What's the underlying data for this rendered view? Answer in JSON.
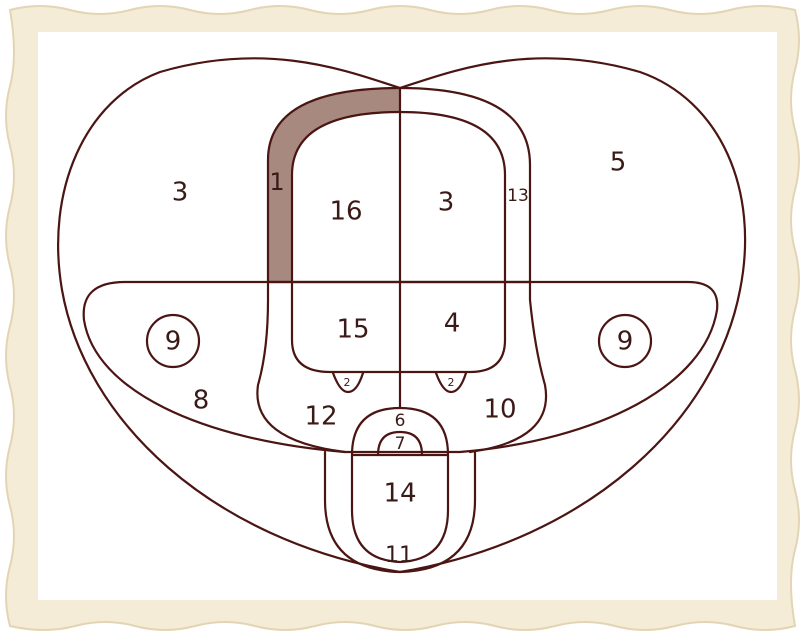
{
  "colors": {
    "frame": "#f4ecd6",
    "frame_edge": "#e3d5b4",
    "paper": "#ffffff",
    "stroke": "#4a1512",
    "label": "#3a1a17",
    "highlight": "#a88980"
  },
  "diagram": {
    "regions": [
      {
        "id": "left-outer",
        "label": "3"
      },
      {
        "id": "left-column-strip",
        "label": "1"
      },
      {
        "id": "upper-left-inner",
        "label": "16"
      },
      {
        "id": "upper-right-inner",
        "label": "3"
      },
      {
        "id": "right-ring",
        "label": "13"
      },
      {
        "id": "right-outer",
        "label": "5"
      },
      {
        "id": "lower-left-inner",
        "label": "15"
      },
      {
        "id": "lower-right-inner",
        "label": "4"
      },
      {
        "id": "left-circle",
        "label": "9"
      },
      {
        "id": "right-circle",
        "label": "9"
      },
      {
        "id": "left-band",
        "label": "8"
      },
      {
        "id": "bottom-left-arch",
        "label": "12"
      },
      {
        "id": "bottom-right-arch",
        "label": "10"
      },
      {
        "id": "left-small-bump",
        "label": "2"
      },
      {
        "id": "right-small-bump",
        "label": "2"
      },
      {
        "id": "top-oval",
        "label": "6"
      },
      {
        "id": "small-dome",
        "label": "7"
      },
      {
        "id": "inner-oval",
        "label": "14"
      },
      {
        "id": "bottom-tab",
        "label": "11"
      }
    ]
  }
}
